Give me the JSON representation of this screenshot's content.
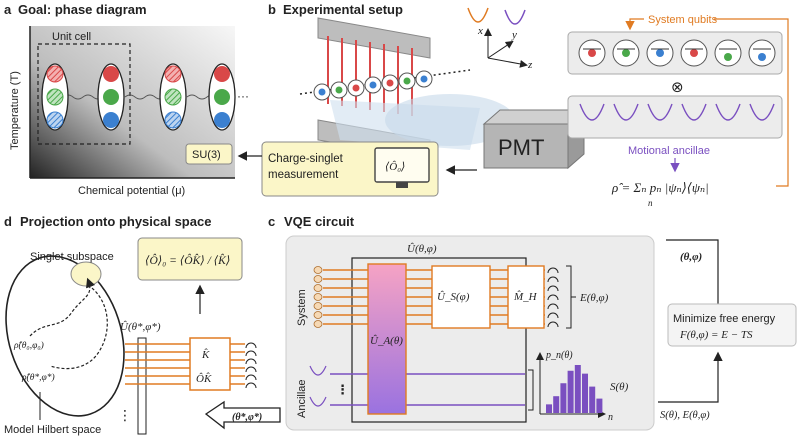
{
  "panels": {
    "a": {
      "letter": "a",
      "title": "Goal: phase diagram",
      "unit_cell_label": "Unit cell",
      "y_axis_label": "Temperature (T)",
      "x_axis_label": "Chemical potential (μ)",
      "phase_label": "SU(3)",
      "ellipsis": "···"
    },
    "b": {
      "letter": "b",
      "title": "Experimental setup",
      "axis_x": "x",
      "axis_y": "y",
      "axis_z": "z",
      "detector_label": "PMT",
      "measurement_label_line1": "Charge-singlet",
      "measurement_label_line2": "measurement",
      "monitor_label": "⟨Ô₀⟩",
      "system_qubits_label": "System qubits",
      "tensor_symbol": "⊗",
      "motional_ancillae_label": "Motional ancillae",
      "density_formula": "ρ̂ = Σₙ pₙ |ψₙ⟩⟨ψₙ|",
      "sum_index": "n"
    },
    "c": {
      "letter": "c",
      "title": "VQE circuit",
      "outer_unitary": "Û(θ,φ)",
      "system_label": "System",
      "ancillae_label": "Ancillae",
      "ua_label": "Û_A(θ)",
      "us_label": "Û_S(φ)",
      "mh_label": "M̂_H",
      "energy_label": "E(θ,φ)",
      "distribution_label": "p_n(θ)",
      "entropy_label": "S(θ)",
      "n_axis_label": "n",
      "params_label": "(θ,φ)",
      "minimize_line1": "Minimize free energy",
      "minimize_line2": "F(θ,φ) = E − TS",
      "feedback_label": "S(θ), E(θ,φ)",
      "ellipsis": "⋮"
    },
    "d": {
      "letter": "d",
      "title": "Projection onto physical space",
      "singlet_subspace_label": "Singlet subspace",
      "rho0_label": "ρ̂(θ₀,φ₀)",
      "rhostar_label": "ρ̂(θ*,φ*)",
      "hilbert_label": "Model Hilbert space",
      "observable_formula": "⟨Ô⟩₀ = ⟨ÔK̂⟩ / ⟨K̂⟩",
      "ustar_label": "Û(θ*,φ*)",
      "k_label": "K̂",
      "ok_label": "ÔK̂",
      "arrow_label": "(θ*,φ*)",
      "ellipsis": "⋮"
    }
  },
  "chart_data": {
    "type": "bar",
    "x_label": "n",
    "y_label": "p_n(θ)",
    "values": [
      0.18,
      0.35,
      0.62,
      0.88,
      1.0,
      0.82,
      0.55,
      0.3
    ]
  },
  "colors": {
    "orange": "#e07b22",
    "purple": "#7a4fc0",
    "yellow_box": "#fbf6c8",
    "gray_panel": "#ececec",
    "qubit_red": "#d94848",
    "qubit_green": "#4aa84a",
    "qubit_blue": "#3b80d0"
  }
}
